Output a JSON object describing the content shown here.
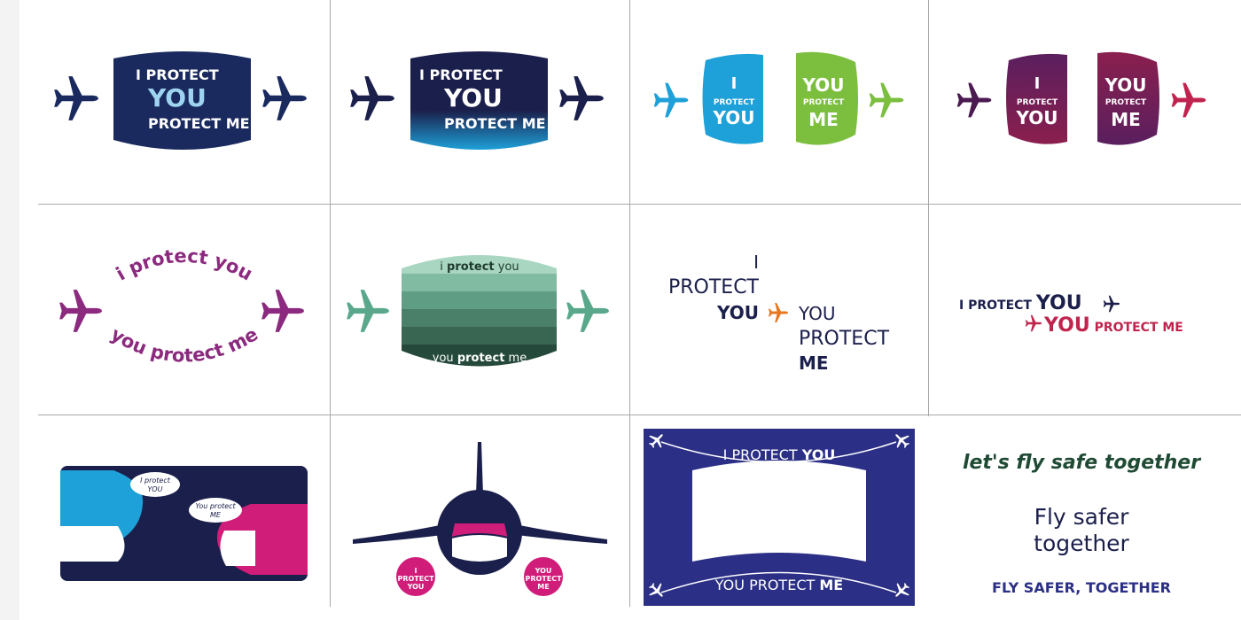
{
  "colors": {
    "navy": "#1a2a5e",
    "dark_navy": "#1b1f4b",
    "light_blue": "#9fd4f0",
    "cyan": "#1ea0d8",
    "green": "#7cbf3f",
    "purple": "#5a1f5e",
    "crimson": "#c0244e",
    "magenta": "#8b2a7e",
    "teal_green": "#5aa88c",
    "orange": "#e87722",
    "pink": "#d11d7a",
    "royal": "#2b2f85",
    "forest": "#1f4a33"
  },
  "cell_1": {
    "line1": "I PROTECT",
    "line2": "YOU",
    "line3": "PROTECT ME"
  },
  "cell_2": {
    "line1": "I PROTECT",
    "line2": "YOU",
    "line3": "PROTECT ME"
  },
  "cell_3": {
    "left_top": "I",
    "left_mid": "PROTECT",
    "left_bottom": "YOU",
    "right_top": "YOU",
    "right_mid": "PROTECT",
    "right_bottom": "ME"
  },
  "cell_4": {
    "left_top": "I",
    "left_mid": "PROTECT",
    "left_bottom": "YOU",
    "right_top": "YOU",
    "right_mid": "PROTECT",
    "right_bottom": "ME"
  },
  "cell_5": {
    "top_arc": "i protect you",
    "bottom_arc": "you protect me"
  },
  "cell_6": {
    "top_pre": "i ",
    "top_bold": "protect",
    "top_post": " you",
    "bottom_pre": "you ",
    "bottom_bold": "protect",
    "bottom_post": " me"
  },
  "cell_7": {
    "l1": "I",
    "l2": "PROTECT",
    "l3": "YOU",
    "r1": "YOU",
    "r2": "PROTECT",
    "r3": "ME"
  },
  "cell_8": {
    "l1_pre": "I PROTECT ",
    "l1_big": "YOU",
    "l2_big": "YOU",
    "l2_post": " PROTECT ME"
  },
  "cell_9": {
    "bubble1_l1": "I protect",
    "bubble1_l2": "YOU",
    "bubble2_l1": "You protect",
    "bubble2_l2": "ME"
  },
  "cell_10": {
    "left_l1": "I",
    "left_l2": "PROTECT",
    "left_l3": "YOU",
    "right_l1": "YOU",
    "right_l2": "PROTECT",
    "right_l3": "ME"
  },
  "cell_11": {
    "top_pre": "I PROTECT ",
    "top_bold": "YOU",
    "bottom_pre": "YOU PROTECT ",
    "bottom_bold": "ME"
  },
  "cell_12": {
    "line1": "let's fly safe together",
    "line2a": "Fly safer",
    "line2b": "together",
    "line3": "FLY SAFER, TOGETHER"
  }
}
